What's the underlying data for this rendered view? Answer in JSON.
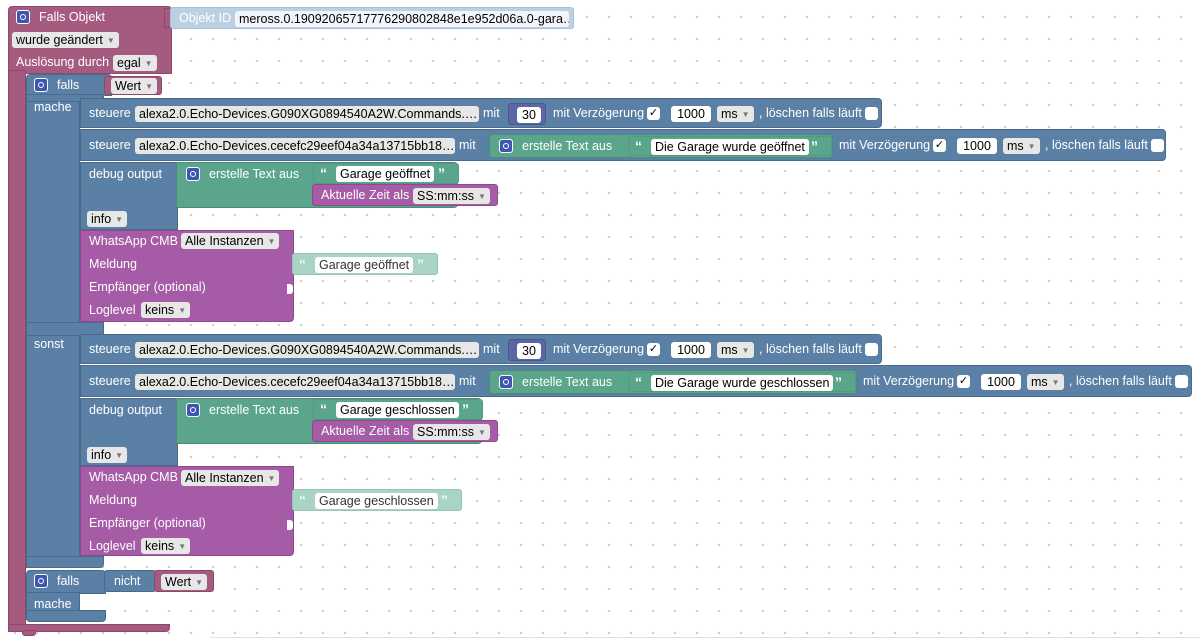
{
  "trigger": {
    "title": "Falls Objekt",
    "object_label": "Objekt ID",
    "object_value": "meross.0.19092065717776290802848e1e952d06a.0-gara…",
    "condition": "wurde geändert",
    "ausloesung_label": "Auslösung durch",
    "ausloesung_value": "egal"
  },
  "if_block": {
    "falls": "falls",
    "condition_value": "Wert",
    "mache": "mache",
    "sonst": "sonst"
  },
  "common": {
    "steuere": "steuere",
    "mit": "mit",
    "mit_verzoegerung": "mit Verzögerung",
    "delay_value": "1000",
    "unit": "ms",
    "loeschen": ", löschen falls läuft",
    "debug_output": "debug output",
    "erstelle_text": "erstelle Text aus",
    "aktuelle_zeit": "Aktuelle Zeit als",
    "time_format": "SS:mm:ss",
    "info": "info",
    "whatsapp": "WhatsApp CMB",
    "instanzen": "Alle Instanzen",
    "meldung": "Meldung",
    "empfaenger": "Empfänger (optional)",
    "loglevel": "Loglevel",
    "loglevel_value": "keins",
    "checkmark": "✓"
  },
  "mache_branch": {
    "cmd1_target": "alexa2.0.Echo-Devices.G090XG0894540A2W.Commands.…",
    "cmd1_value": "30",
    "cmd2_target": "alexa2.0.Echo-Devices.cecefc29eef04a34a13715bb18…",
    "cmd2_text": "Die Garage wurde geöffnet",
    "debug_text": "Garage geöffnet",
    "meldung_text": "Garage geöffnet"
  },
  "sonst_branch": {
    "cmd1_target": "alexa2.0.Echo-Devices.G090XG0894540A2W.Commands.…",
    "cmd1_value": "30",
    "cmd2_target": "alexa2.0.Echo-Devices.cecefc29eef04a34a13715bb18…",
    "cmd2_text": "Die Garage wurde geschlossen",
    "debug_text": "Garage geschlossen",
    "meldung_text": "Garage geschlossen"
  },
  "second_if": {
    "falls": "falls",
    "nicht": "nicht",
    "value": "Wert",
    "mache": "mache"
  }
}
